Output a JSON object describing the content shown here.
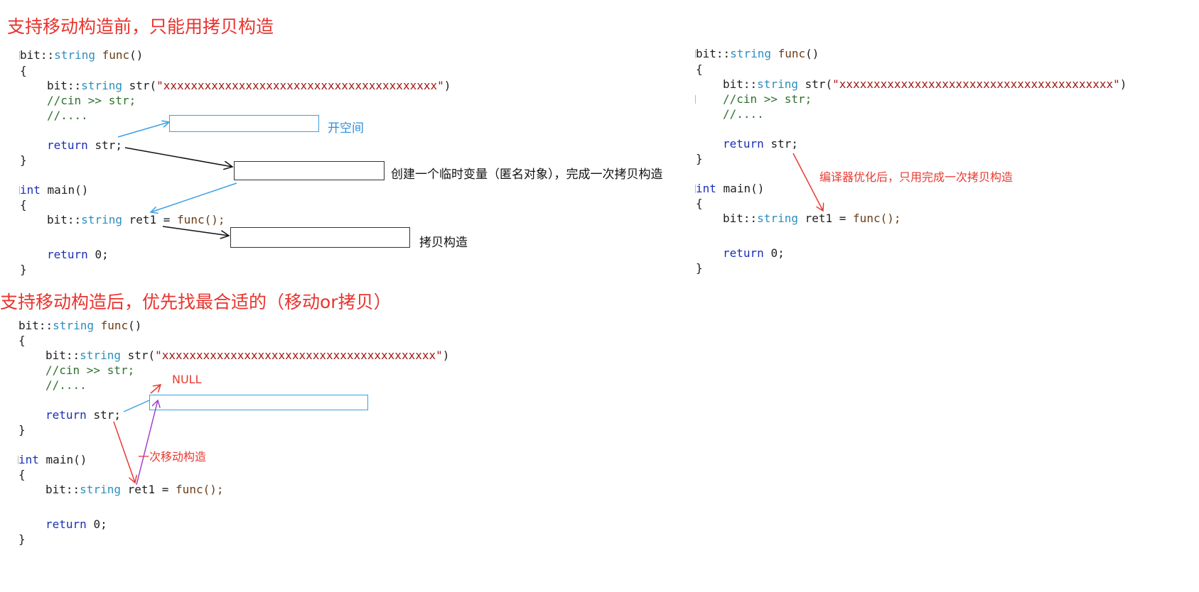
{
  "headings": {
    "before": "支持移动构造前，只能用拷贝构造",
    "after": "支持移动构造后，优先找最合适的（移动or拷贝）"
  },
  "code": {
    "kw_bit": "bit",
    "sep": "::",
    "kw_string": "string",
    "fn_func": "func",
    "parens": "()",
    "brace_open": "{",
    "brace_close": "}",
    "var_str": "str",
    "str_literal": "\"xxxxxxxxxxxxxxxxxxxxxxxxxxxxxxxxxxxxxxxx\"",
    "open_paren": "(",
    "close_paren": ")",
    "comment_cin": "//cin >> str;",
    "comment_dots": "//....",
    "kw_return": "return",
    "ret_str": "str;",
    "kw_int": "int",
    "fn_main": "main",
    "var_ret1": "ret1",
    "assign": " = ",
    "call_func": "func();",
    "ret_zero": "0;"
  },
  "annotations": {
    "alloc_space": "开空间",
    "temp_object": "创建一个临时变量（匿名对象），完成一次拷贝构造",
    "copy_construct": "拷贝构造",
    "optimized": "编译器优化后，只用完成一次拷贝构造",
    "null_label": "NULL",
    "one_move": "一次移动构造"
  },
  "colors": {
    "heading": "#e8342e",
    "keyword": "#1a2fb8",
    "type": "#2b8fbf",
    "string": "#a31515",
    "comment": "#2f6f2f",
    "arrow_blue": "#3aa0e6",
    "arrow_red": "#e83a30",
    "arrow_purple": "#a040d0"
  }
}
